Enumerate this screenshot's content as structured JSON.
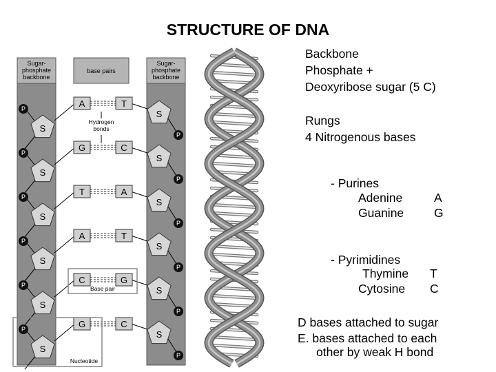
{
  "title": "STRUCTURE OF DNA",
  "diagram": {
    "left_backbone_header": [
      "Sugar-",
      "phosphate",
      "backbone"
    ],
    "right_backbone_header": [
      "Sugar-",
      "phosphate",
      "backbone"
    ],
    "base_pairs_header": "base pairs",
    "phosphate_label": "P",
    "sugar_label": "S",
    "pairs": [
      {
        "left": "A",
        "right": "T"
      },
      {
        "left": "G",
        "right": "C"
      },
      {
        "left": "T",
        "right": "A"
      },
      {
        "left": "A",
        "right": "T"
      },
      {
        "left": "C",
        "right": "G"
      },
      {
        "left": "G",
        "right": "C"
      }
    ],
    "hydrogen_bonds_label": [
      "Hydrogen",
      "bonds"
    ],
    "base_pair_label": "Base pair",
    "nucleotide_label": "Nucleotide",
    "colors": {
      "backbone": "#8c8c8c",
      "header": "#b5b5b5",
      "sugar": "#d6d6d6",
      "base": "#d0d0d0",
      "phosphate": "#111111",
      "helix": "#8f8f8f"
    }
  },
  "notes": {
    "backbone": [
      "Backbone",
      "Phosphate  +",
      "Deoxyribose sugar (5 C)"
    ],
    "rungs": [
      "Rungs",
      "4 Nitrogenous bases"
    ],
    "purines": {
      "heading": "-  Purines",
      "names": [
        "Adenine",
        "Guanine"
      ],
      "letters": [
        "A",
        "G"
      ]
    },
    "pyrimidines": {
      "heading": "-  Pyrimidines",
      "names": [
        "Thymine",
        "Cytosine"
      ],
      "letters": [
        "T",
        "C"
      ]
    },
    "facts": [
      "D  bases attached to sugar",
      "E.  bases attached to each",
      "other by weak H bond"
    ]
  }
}
